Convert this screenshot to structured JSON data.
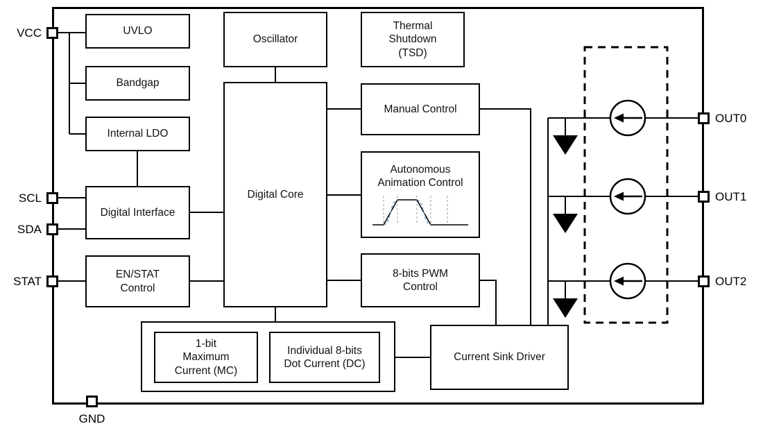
{
  "diagram": {
    "pins": {
      "vcc": "VCC",
      "scl": "SCL",
      "sda": "SDA",
      "stat": "STAT",
      "gnd": "GND",
      "out0": "OUT0",
      "out1": "OUT1",
      "out2": "OUT2"
    },
    "blocks": {
      "uvlo": "UVLO",
      "bandgap": "Bandgap",
      "internal_ldo": "Internal LDO",
      "digital_interface": "Digital Interface",
      "en_stat_control": "EN/STAT\nControl",
      "oscillator": "Oscillator",
      "digital_core": "Digital Core",
      "thermal_shutdown": "Thermal\nShutdown\n(TSD)",
      "manual_control": "Manual Control",
      "autonomous_animation": "Autonomous\nAnimation Control",
      "pwm_control": "8-bits PWM\nControl",
      "max_current": "1-bit\nMaximum\nCurrent (MC)",
      "dot_current": "Individual 8-bits\nDot Current (DC)",
      "current_sink_driver": "Current Sink Driver"
    },
    "icons": {
      "current_source": "circle-with-left-arrow",
      "sink_arrow": "filled-down-triangle",
      "waveform": "animation-ramp-waveform"
    },
    "colors": {
      "line": "#000000",
      "block_fill": "#ffffff",
      "background": "#ffffff",
      "waveform_curve": "#7aa0cc",
      "waveform_grid": "#999999"
    }
  }
}
